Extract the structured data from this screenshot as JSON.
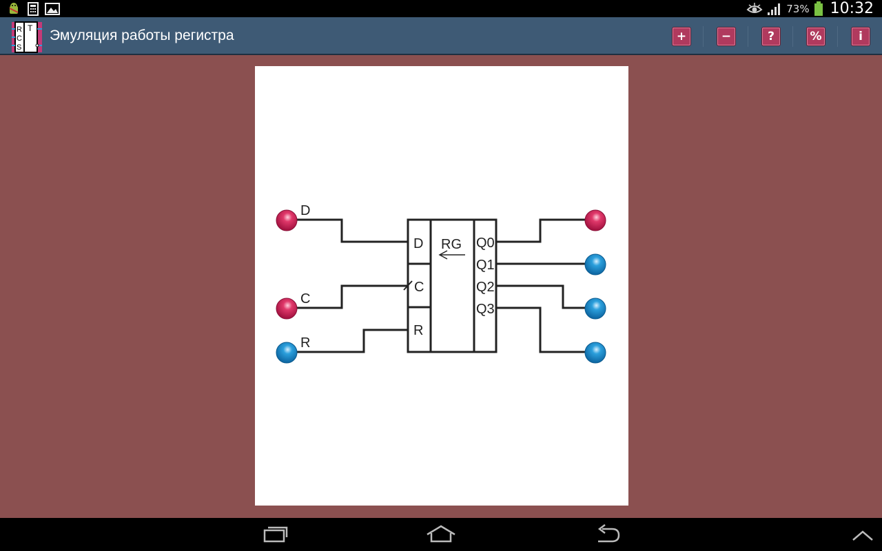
{
  "status_bar": {
    "battery_percent": "73%",
    "time": "10:32"
  },
  "app": {
    "title": "Эмуляция работы регистра",
    "icon_letters": [
      "R",
      "C",
      "S",
      "T"
    ]
  },
  "toolbar": {
    "zoom_in": "+",
    "zoom_out": "−",
    "help": "?",
    "percent": "%",
    "info": "i"
  },
  "circuit": {
    "chip_label": "RG",
    "input_pins": [
      "D",
      "C",
      "R"
    ],
    "input_signals": [
      {
        "name": "D",
        "state": "high",
        "color": "#e0386a"
      },
      {
        "name": "C",
        "state": "high",
        "color": "#e0386a"
      },
      {
        "name": "R",
        "state": "low",
        "color": "#2b9fdc"
      }
    ],
    "output_pins": [
      "Q0",
      "Q1",
      "Q2",
      "Q3"
    ],
    "output_signals": [
      {
        "name": "Q0",
        "state": "high",
        "color": "#e0386a"
      },
      {
        "name": "Q1",
        "state": "low",
        "color": "#2b9fdc"
      },
      {
        "name": "Q2",
        "state": "low",
        "color": "#2b9fdc"
      },
      {
        "name": "Q3",
        "state": "low",
        "color": "#2b9fdc"
      }
    ]
  },
  "nav": {
    "recent": "recent-apps-icon",
    "home": "home-icon",
    "back": "back-icon",
    "up": "chevron-up-icon"
  }
}
